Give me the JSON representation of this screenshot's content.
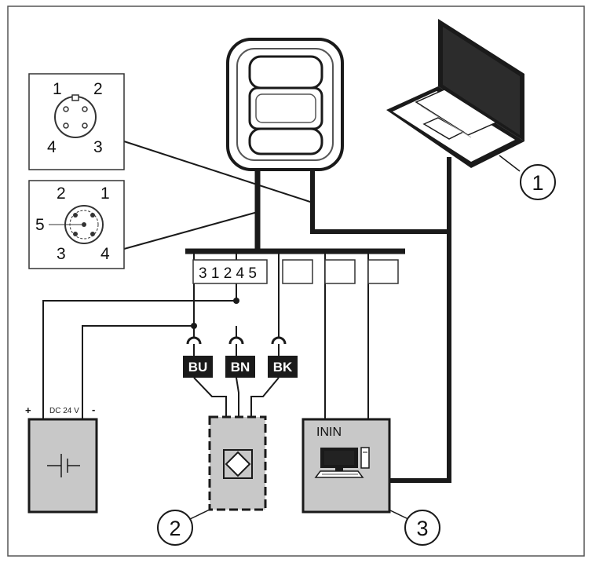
{
  "connector_4pin": {
    "pins": [
      "1",
      "2",
      "4",
      "3"
    ]
  },
  "connector_5pin": {
    "pins": [
      "2",
      "1",
      "5",
      "3",
      "4"
    ]
  },
  "terminal_block": {
    "numbers": "3 1 2 4 5"
  },
  "wire_tags": [
    "BU",
    "BN",
    "BK"
  ],
  "power_supply": {
    "plus": "+",
    "label": "DC 24 V",
    "minus": "-"
  },
  "plc": {
    "label": "ININ"
  },
  "callouts": [
    "1",
    "2",
    "3"
  ],
  "colors": {
    "tag_bg": "#1a1a1a",
    "box_fill": "#c8c8c8",
    "wire": "#1a1a1a"
  }
}
